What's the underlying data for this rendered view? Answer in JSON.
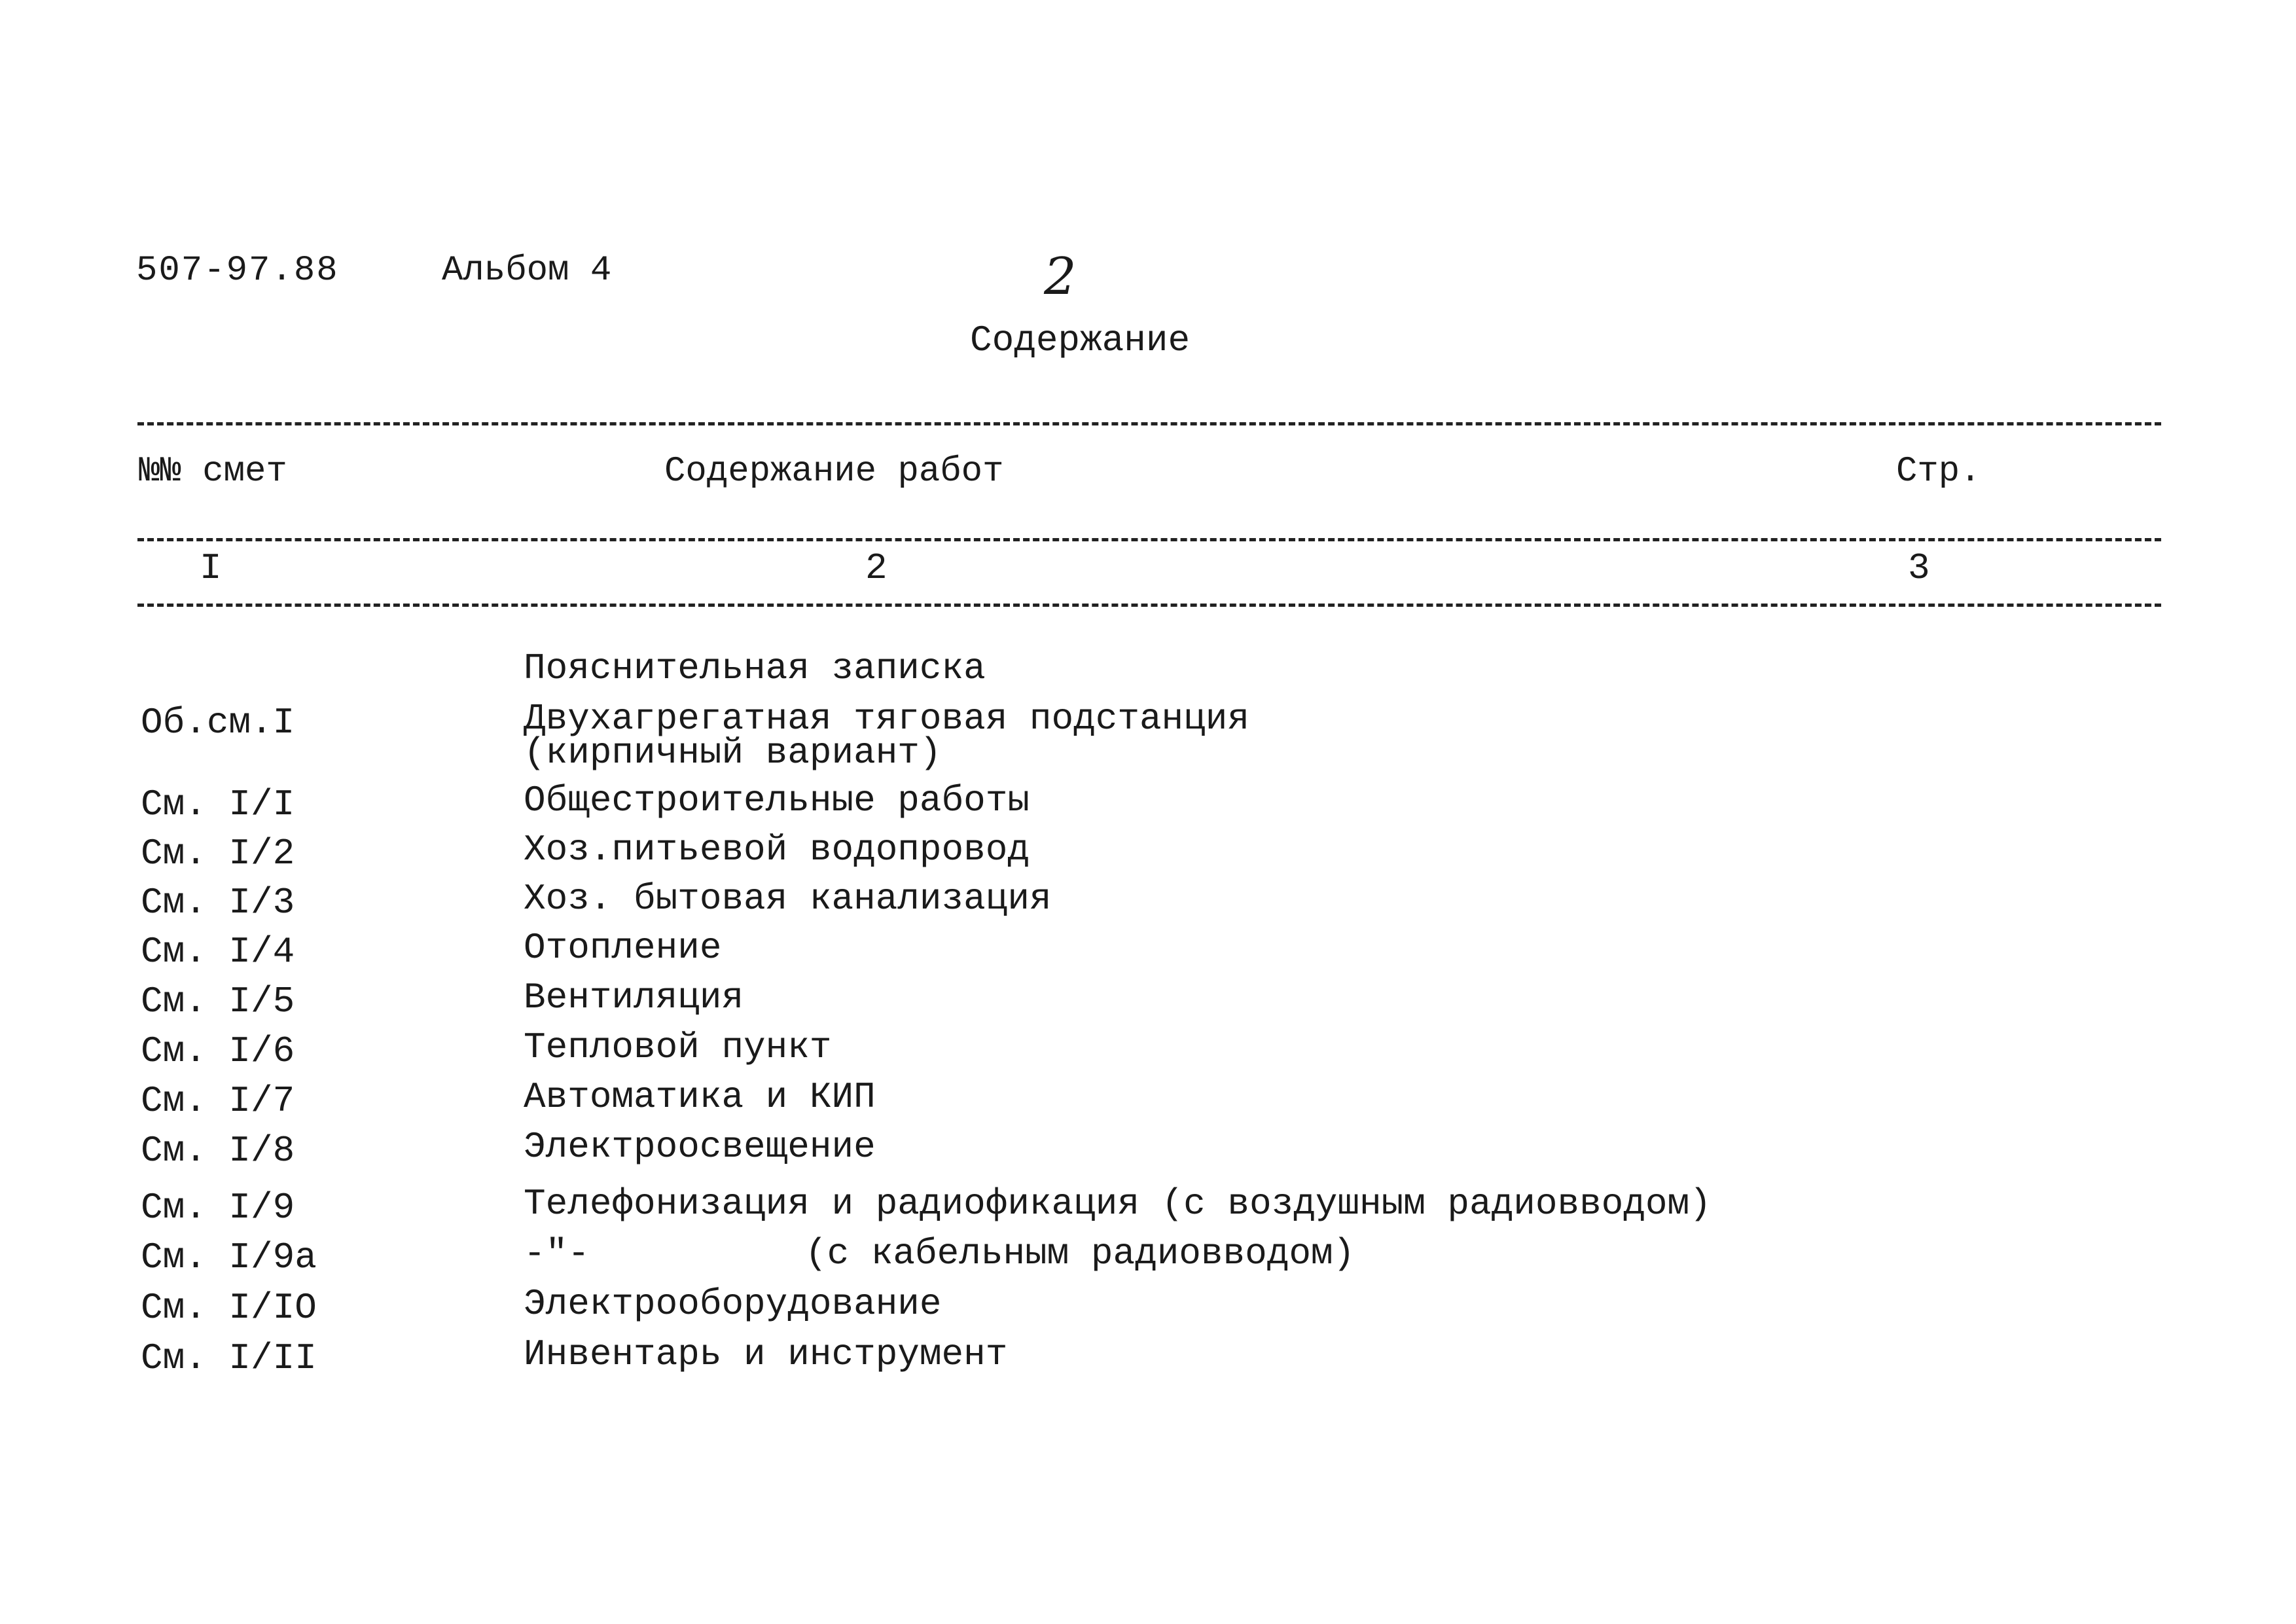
{
  "header": {
    "doc_code": "507-97.88",
    "album": "Альбом 4",
    "page_number": "2",
    "title": "Содержание"
  },
  "table": {
    "columns": [
      "№№ смет",
      "Содержание работ",
      "Стр."
    ],
    "column_numbers": [
      "I",
      "2",
      "3"
    ],
    "rows": [
      {
        "code": "",
        "desc": "Пояснительная записка",
        "desc2": ""
      },
      {
        "code": "Об.см.I",
        "desc": "Двухагрегатная тяговая подстанция",
        "desc2": "(кирпичный вариант)"
      },
      {
        "code": "См. I/I",
        "desc": "Общестроительные работы",
        "desc2": ""
      },
      {
        "code": "См. I/2",
        "desc": "Хоз.питьевой водопровод",
        "desc2": ""
      },
      {
        "code": "См. I/3",
        "desc": "Хоз. бытовая канализация",
        "desc2": ""
      },
      {
        "code": "См. I/4",
        "desc": "Отопление",
        "desc2": ""
      },
      {
        "code": "См. I/5",
        "desc": "Вентиляция",
        "desc2": ""
      },
      {
        "code": "См. I/6",
        "desc": "Тепловой пункт",
        "desc2": ""
      },
      {
        "code": "См. I/7",
        "desc": "Автоматика и КИП",
        "desc2": ""
      },
      {
        "code": "См. I/8",
        "desc": "Электроосвещение",
        "desc2": ""
      },
      {
        "code": "См. I/9",
        "desc": "Телефонизация и радиофикация (с воздушным радиовводом)",
        "desc2": ""
      },
      {
        "code": "См. I/9а",
        "desc": "-\"-",
        "desc_b": "(с кабельным радиовводом)",
        "desc2": ""
      },
      {
        "code": "См. I/IO",
        "desc": "Электрооборудование",
        "desc2": ""
      },
      {
        "code": "См. I/II",
        "desc": "Инвентарь и инструмент",
        "desc2": ""
      }
    ]
  }
}
